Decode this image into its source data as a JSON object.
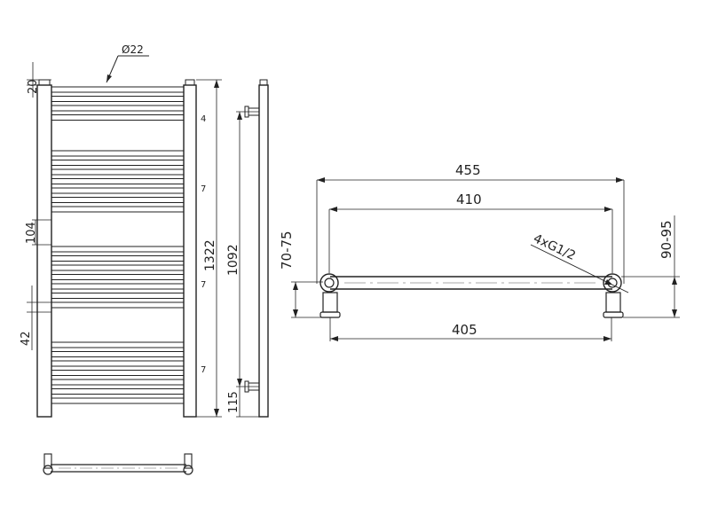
{
  "front_view": {
    "label_diameter": "Ø22",
    "label_top_offset": "20",
    "label_gap": "104",
    "label_pitch": "42",
    "label_height": "1322",
    "group_counts": [
      "4",
      "7",
      "7",
      "7"
    ]
  },
  "side_view": {
    "label_connection_spacing": "1092",
    "label_bottom_offset": "115"
  },
  "top_view": {
    "label_overall_width": "455",
    "label_center_width": "410",
    "label_bottom_width": "405",
    "label_connection": "4xG1/2",
    "label_wall_left": "70-75",
    "label_wall_right": "90-95"
  }
}
